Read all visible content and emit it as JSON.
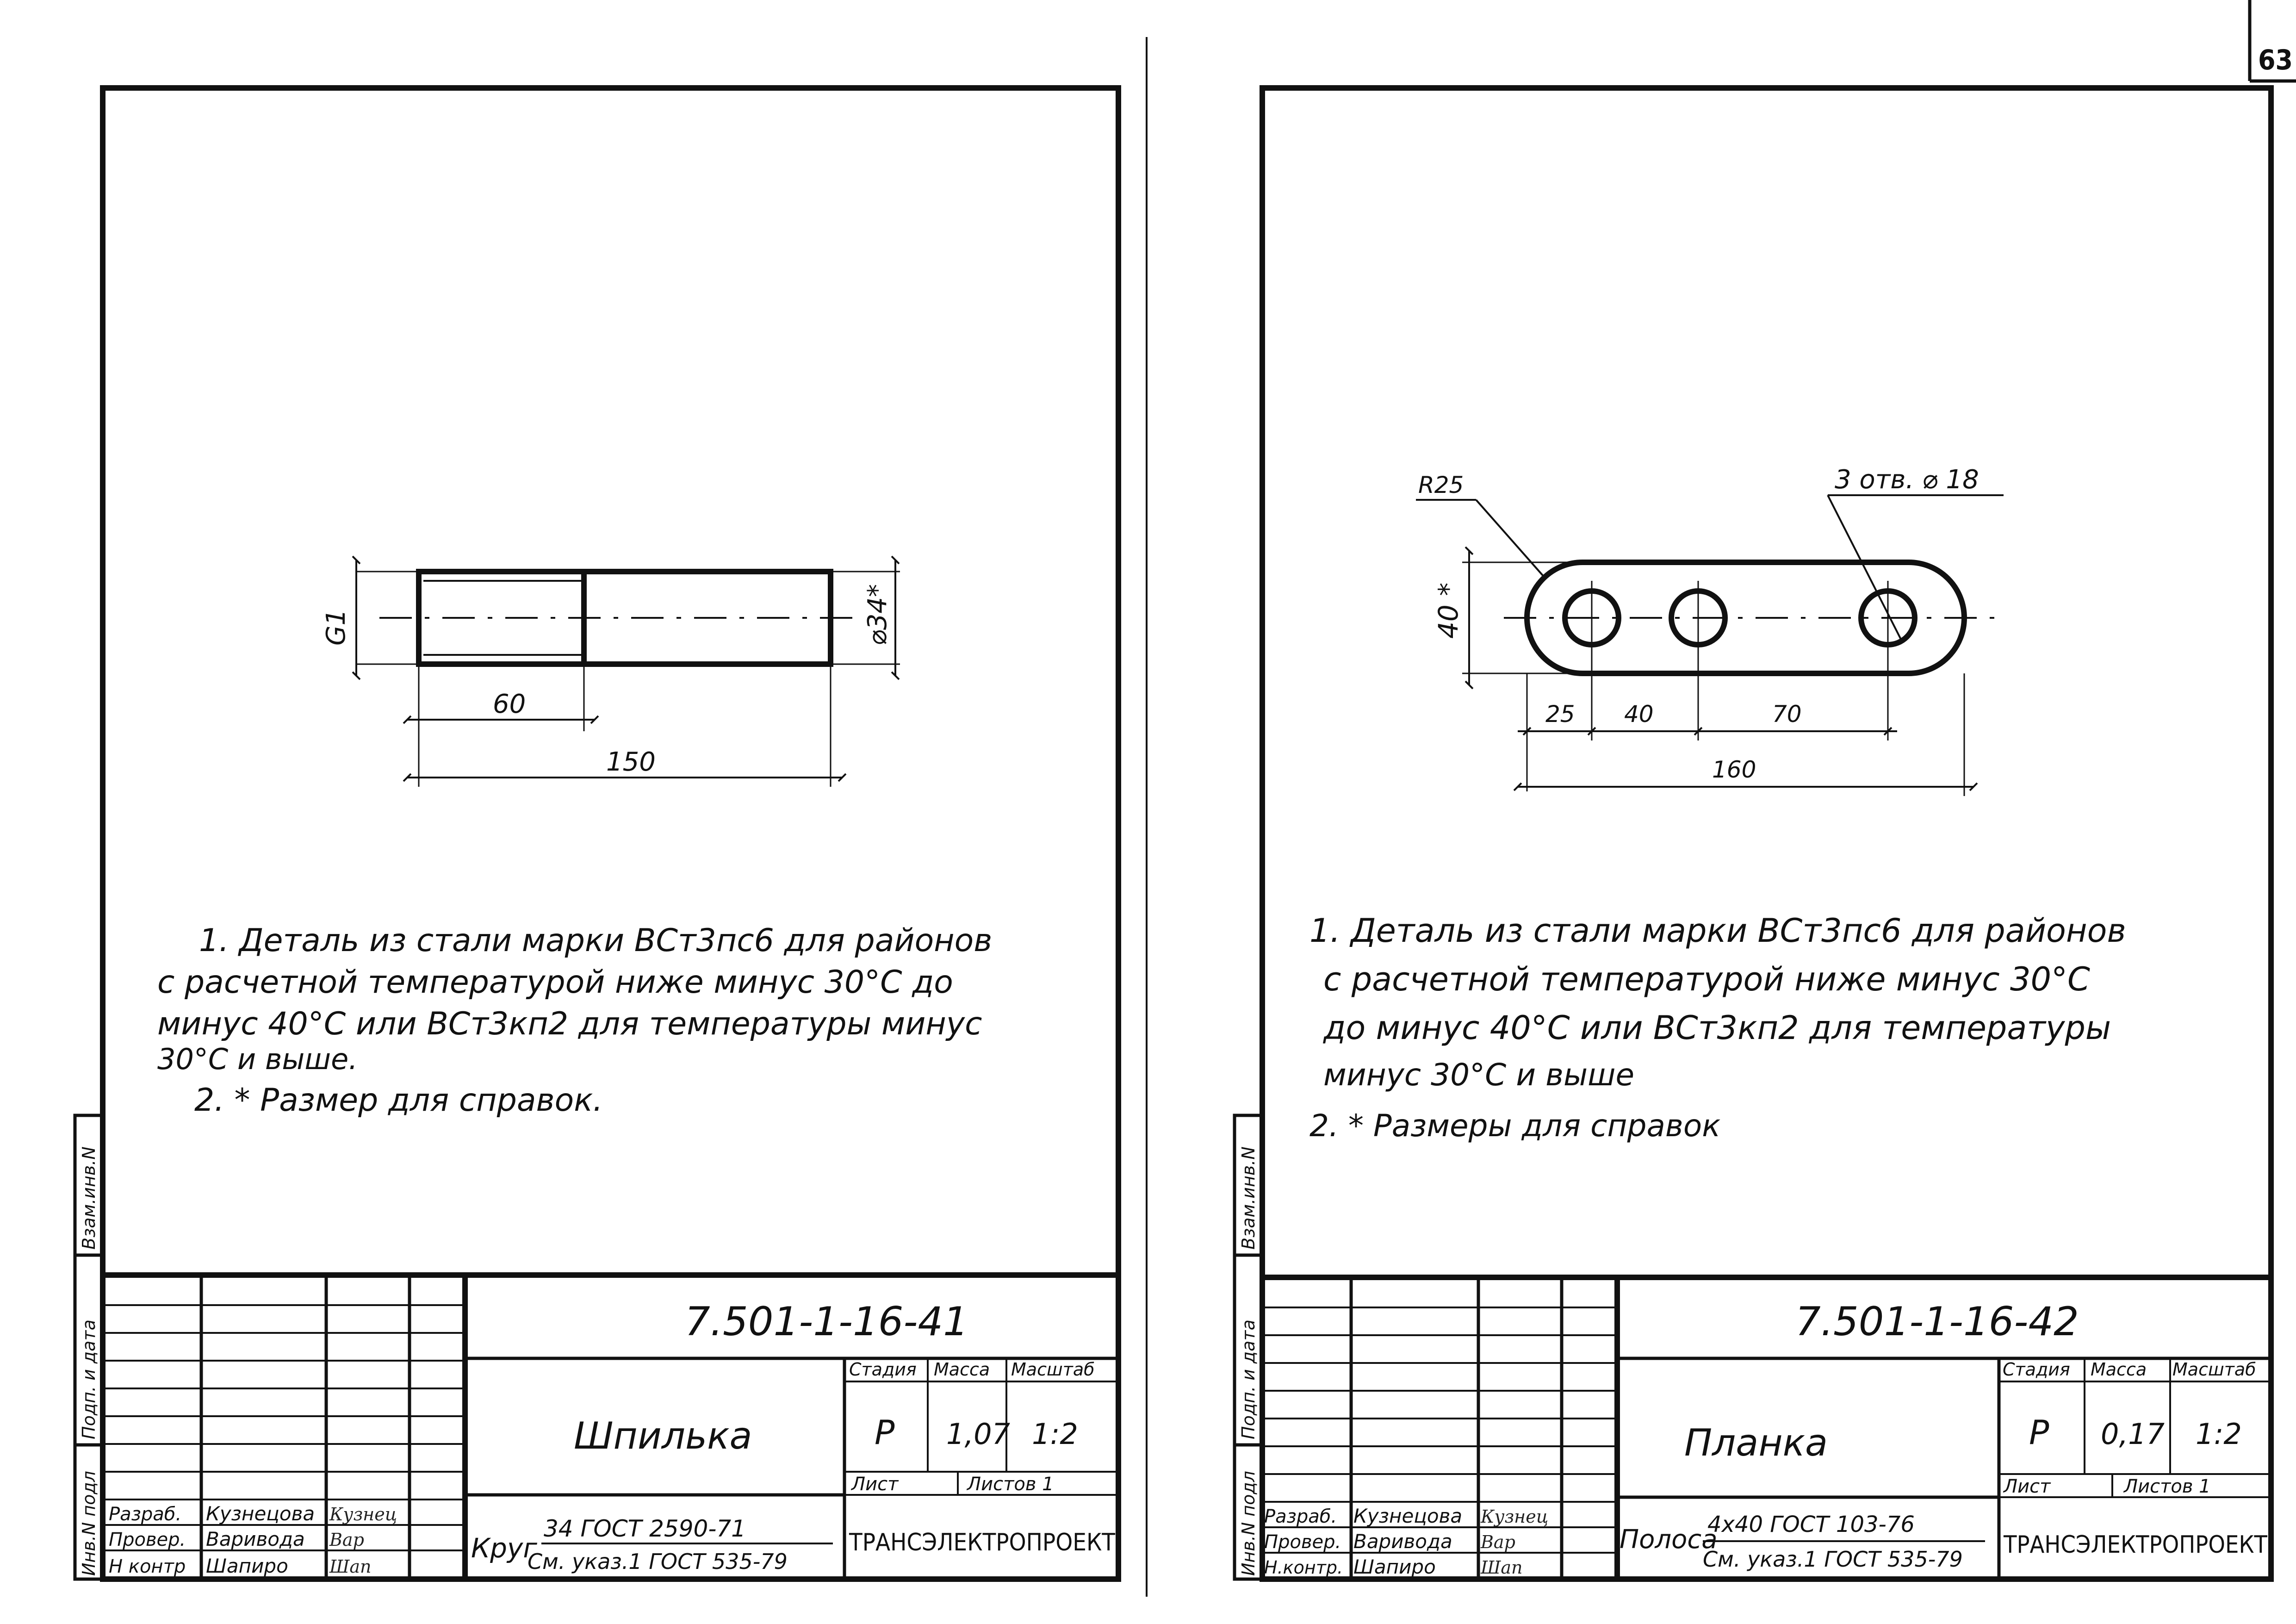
{
  "page_number": "63",
  "left_sheet": {
    "drawing_code": "7.501-1-16-41",
    "part_name": "Шпилька",
    "stage_header": "Стадия",
    "mass_header": "Масса",
    "scale_header": "Масштаб",
    "stage": "Р",
    "mass": "1,07",
    "scale": "1:2",
    "sheet_label": "Лист",
    "sheets_label": "Листов 1",
    "organization": "ТРАНСЭЛЕКТРОПРОЕКТ",
    "material_prefix": "Круг",
    "material_top": "34   ГОСТ 2590-71",
    "material_bottom": "См. указ.1 ГОСТ 535-79",
    "roles": [
      "Разраб.",
      "Провер.",
      "Н контр"
    ],
    "names": [
      "Кузнецова",
      "Варивода",
      "Шапиро"
    ],
    "signatures": [
      "Кузнец",
      "Вар",
      "Шап"
    ],
    "side_labels": [
      "Инв.N подл",
      "Подп. и дата",
      "Взам.инв.N"
    ],
    "dims": {
      "thread": "G1",
      "dia": "⌀34*",
      "thread_len": "60",
      "total_len": "150"
    },
    "notes": [
      "1. Деталь из стали марки ВСт3пс6 для районов",
      "с расчетной температурой ниже минус 30°С до",
      "минус 40°С или ВСт3кп2 для температуры минус",
      "30°С и выше.",
      "2. * Размер для справок."
    ]
  },
  "right_sheet": {
    "drawing_code": "7.501-1-16-42",
    "part_name": "Планка",
    "stage_header": "Стадия",
    "mass_header": "Масса",
    "scale_header": "Масштаб",
    "stage": "Р",
    "mass": "0,17",
    "scale": "1:2",
    "sheet_label": "Лист",
    "sheets_label": "Листов 1",
    "organization": "ТРАНСЭЛЕКТРОПРОЕКТ",
    "material_prefix": "Полоса",
    "material_top": "4х40  ГОСТ 103-76",
    "material_bottom": "См. указ.1 ГОСТ 535-79",
    "roles": [
      "Разраб.",
      "Провер.",
      "Н.контр."
    ],
    "names": [
      "Кузнецова",
      "Варивода",
      "Шапиро"
    ],
    "signatures": [
      "Кузнец",
      "Вар",
      "Шап"
    ],
    "side_labels": [
      "Инв.N подл",
      "Подп. и дата",
      "Взам.инв.N"
    ],
    "dims": {
      "radius": "R25",
      "holes": "3 отв. ⌀ 18",
      "height": "40 *",
      "d1": "25",
      "d2": "40",
      "d3": "70",
      "total": "160"
    },
    "notes": [
      "1. Деталь из стали марки ВСт3пс6 для районов",
      "с расчетной температурой ниже минус 30°С",
      "до минус 40°С или ВСт3кп2 для температуры",
      "минус 30°С и выше",
      "2. * Размеры для справок"
    ]
  }
}
